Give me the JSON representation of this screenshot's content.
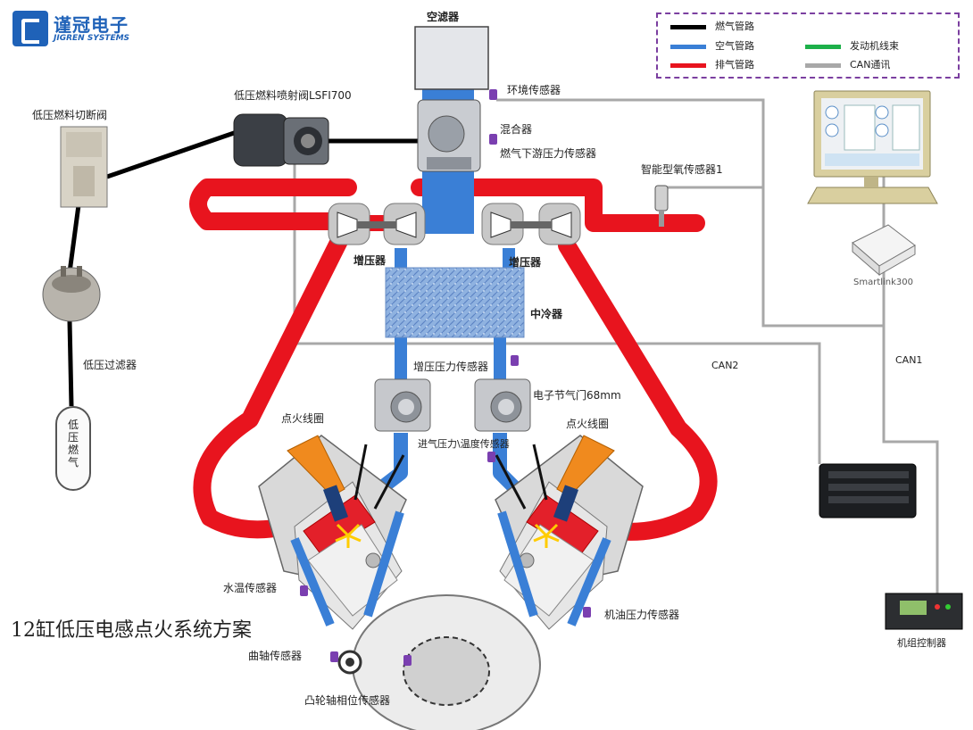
{
  "logo": {
    "name_cn": "谨冠电子",
    "name_en": "JIGREN SYSTEMS"
  },
  "title": "12缸低压电感点火系统方案",
  "legend": {
    "items": [
      {
        "label": "燃气管路",
        "color": "#000000"
      },
      {
        "label": "空气管路",
        "color": "#3a7fd6"
      },
      {
        "label": "排气管路",
        "color": "#e8141e"
      },
      {
        "label": "发动机线束",
        "color": "#1db04a"
      },
      {
        "label": "CAN通讯",
        "color": "#a8a8a8"
      }
    ]
  },
  "labels": {
    "air_filter": "空滤器",
    "ambient_sensor": "环境传感器",
    "mixer": "混合器",
    "gas_downstream_pressure_sensor": "燃气下游压力传感器",
    "oxygen_sensor": "智能型氧传感器1",
    "injector": "低压燃料喷射阀LSFI700",
    "shutoff_valve": "低压燃料切断阀",
    "filter": "低压过滤器",
    "gas_tank": "低压燃气",
    "turbo_left": "增压器",
    "turbo_right": "增压器",
    "intercooler": "中冷器",
    "boost_pressure_sensor": "增压压力传感器",
    "throttle": "电子节气门68mm",
    "intake_pt_sensor": "进气压力\\温度传感器",
    "coil_left": "点火线圈",
    "coil_right": "点火线圈",
    "water_temp_sensor": "水温传感器",
    "oil_pressure_sensor": "机油压力传感器",
    "crank_sensor": "曲轴传感器",
    "cam_sensor": "凸轮轴相位传感器",
    "smartlink": "Smartlink300",
    "can1": "CAN1",
    "can2": "CAN2",
    "genset_controller": "机组控制器"
  },
  "colors": {
    "fuel": "#000000",
    "air": "#3a7fd6",
    "exhaust": "#e8141e",
    "can": "#a8a8a8",
    "sensor": "#7a3fb0",
    "intercooler": "#7fa6d8"
  }
}
